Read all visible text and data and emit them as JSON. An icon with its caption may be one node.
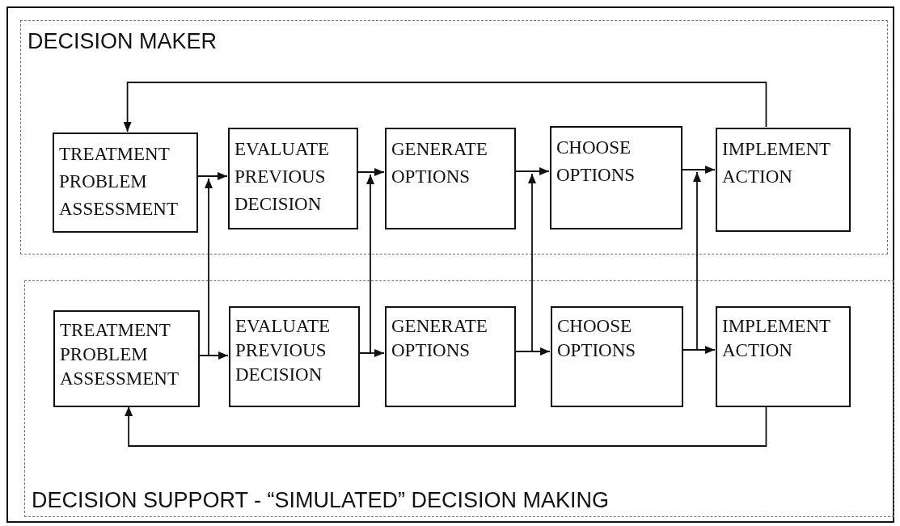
{
  "diagram": {
    "nodes": [
      {
        "text": [
          "DECISION MAKER"
        ]
      },
      {
        "text": [
          "TREATMENT PROBLEM ASSESSMENT"
        ],
        "in": 0
      },
      {
        "text": [
          "EVALUATE PREVIOUS DECISION"
        ],
        "in": 0
      },
      {
        "text": [
          "GENERATE OPTIONS"
        ],
        "in": 0
      },
      {
        "text": [
          "CHOOSE OPTIONS"
        ],
        "in": 0
      },
      {
        "text": [
          "IMPLEMENT ACTION"
        ],
        "in": 0
      },
      {
        "text": [
          "DECISION SUPPORT - “SIMULATED” DECISION MAKING"
        ]
      },
      {
        "text": [
          "TREATMENT PROBLEM ASSESSMENT"
        ],
        "in": 6
      },
      {
        "text": [
          "EVALUATE PREVIOUS DECISION"
        ],
        "in": 6
      },
      {
        "text": [
          "GENERATE OPTIONS"
        ],
        "in": 6
      },
      {
        "text": [
          "CHOOSE OPTIONS"
        ],
        "in": 6
      },
      {
        "text": [
          "IMPLEMENT ACTION"
        ],
        "in": 6
      }
    ],
    "edges": [
      {
        "from": 1,
        "to": 2,
        "arrow": "to"
      },
      {
        "from": 2,
        "to": 3,
        "arrow": "to"
      },
      {
        "from": 3,
        "to": 4,
        "arrow": "to"
      },
      {
        "from": 4,
        "to": 5,
        "arrow": "to"
      },
      {
        "from": 5,
        "to": 1,
        "arrow": "to"
      },
      {
        "from": 7,
        "to": 8,
        "arrow": "to"
      },
      {
        "from": 8,
        "to": 9,
        "arrow": "to"
      },
      {
        "from": 9,
        "to": 10,
        "arrow": "to"
      },
      {
        "from": 10,
        "to": 11,
        "arrow": "to"
      },
      {
        "from": 11,
        "to": 7,
        "arrow": "to"
      },
      {
        "from": 7,
        "to": 2,
        "arrow": "to"
      },
      {
        "from": 8,
        "to": 3,
        "arrow": "to"
      },
      {
        "from": 9,
        "to": 4,
        "arrow": "to"
      },
      {
        "from": 10,
        "to": 5,
        "arrow": "to"
      }
    ]
  }
}
